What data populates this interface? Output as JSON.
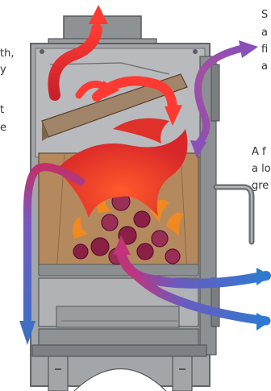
{
  "colors": {
    "steel": "#9a9c9f",
    "steel_dark": "#7d8084",
    "steel_outline": "#555859",
    "firebox_brick": "#b5895e",
    "baffle": "#a0856a",
    "flame_hot": "#e0302a",
    "flame_orange": "#f08a20",
    "air_cool": "#3f6fc4",
    "air_purple": "#8a4fb8",
    "log": "#8a2145",
    "text": "#333333"
  },
  "icons": {
    "flue": "flue-collar-icon",
    "stove": "stove-body-icon",
    "fire": "fire-icon",
    "airflow": "airflow-arrow-icon"
  },
  "text_fragments": {
    "left_1": "th,",
    "left_2": "y",
    "left_3": "t",
    "left_4": "e",
    "right_1": "S",
    "right_2": "a",
    "right_3": "fi",
    "right_4": "a",
    "right_5": "A f",
    "right_6": "a lo",
    "right_7": "gre"
  }
}
